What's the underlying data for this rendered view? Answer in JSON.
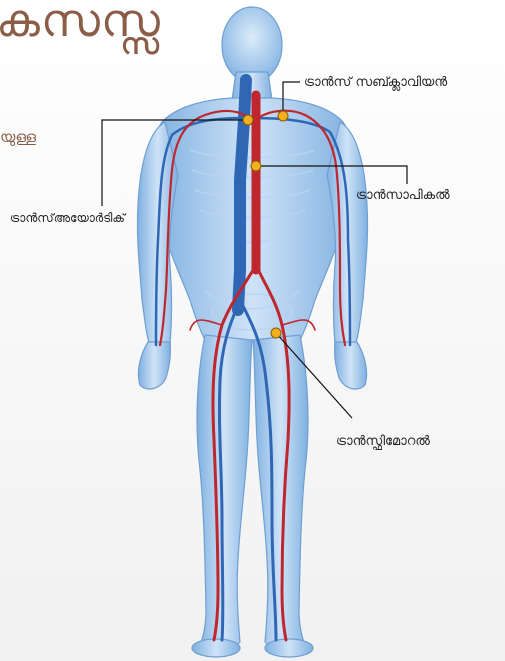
{
  "page": {
    "title_fragment": "കസസ്സ",
    "subtitle_fragment": "യുള്ള"
  },
  "diagram": {
    "labels": {
      "subclavian": "ട്രാൻസ് സബ്ക്ലാവിയൻ",
      "apical": "ട്രാൻസാപികൽ",
      "aortic": "ട്രാൻസ്അയോർടിക്",
      "femoral": "ട്രാൻസ്ഫിമോറൽ"
    },
    "colors": {
      "callout_dot": "#f2b01e",
      "artery": "#c0262d",
      "vein": "#2f67b5",
      "body": "#9fc4ea",
      "heading": "#8a5d47"
    }
  }
}
